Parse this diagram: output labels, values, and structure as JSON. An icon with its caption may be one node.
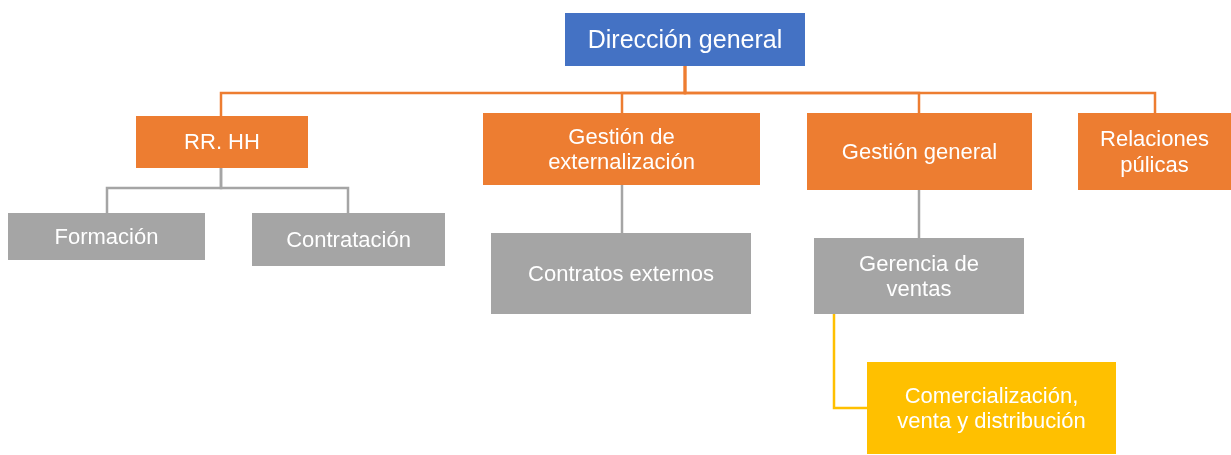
{
  "diagram": {
    "nodes": [
      {
        "text": [
          "Dirección general"
        ]
      },
      {
        "text": [
          "RR. HH"
        ]
      },
      {
        "text": [
          "Gestión de externalización"
        ]
      },
      {
        "text": [
          "Gestión general"
        ]
      },
      {
        "text": [
          "Relaciones púlicas"
        ]
      },
      {
        "text": [
          "Formación"
        ]
      },
      {
        "text": [
          "Contratación"
        ]
      },
      {
        "text": [
          "Contratos externos"
        ]
      },
      {
        "text": [
          "Gerencia de ventas"
        ]
      },
      {
        "text": [
          "Comercialización, venta y distribución"
        ]
      }
    ],
    "edges": [
      {
        "from": 0,
        "to": 1,
        "arrow": "none",
        "color": "#ed7d31"
      },
      {
        "from": 0,
        "to": 2,
        "arrow": "none",
        "color": "#ed7d31"
      },
      {
        "from": 0,
        "to": 3,
        "arrow": "none",
        "color": "#ed7d31"
      },
      {
        "from": 0,
        "to": 4,
        "arrow": "none",
        "color": "#ed7d31"
      },
      {
        "from": 1,
        "to": 5,
        "arrow": "none",
        "color": "#a5a5a5"
      },
      {
        "from": 1,
        "to": 6,
        "arrow": "none",
        "color": "#a5a5a5"
      },
      {
        "from": 2,
        "to": 7,
        "arrow": "none",
        "color": "#a5a5a5"
      },
      {
        "from": 3,
        "to": 8,
        "arrow": "none",
        "color": "#a5a5a5"
      },
      {
        "from": 8,
        "to": 9,
        "arrow": "none",
        "color": "#ffc000"
      }
    ]
  }
}
